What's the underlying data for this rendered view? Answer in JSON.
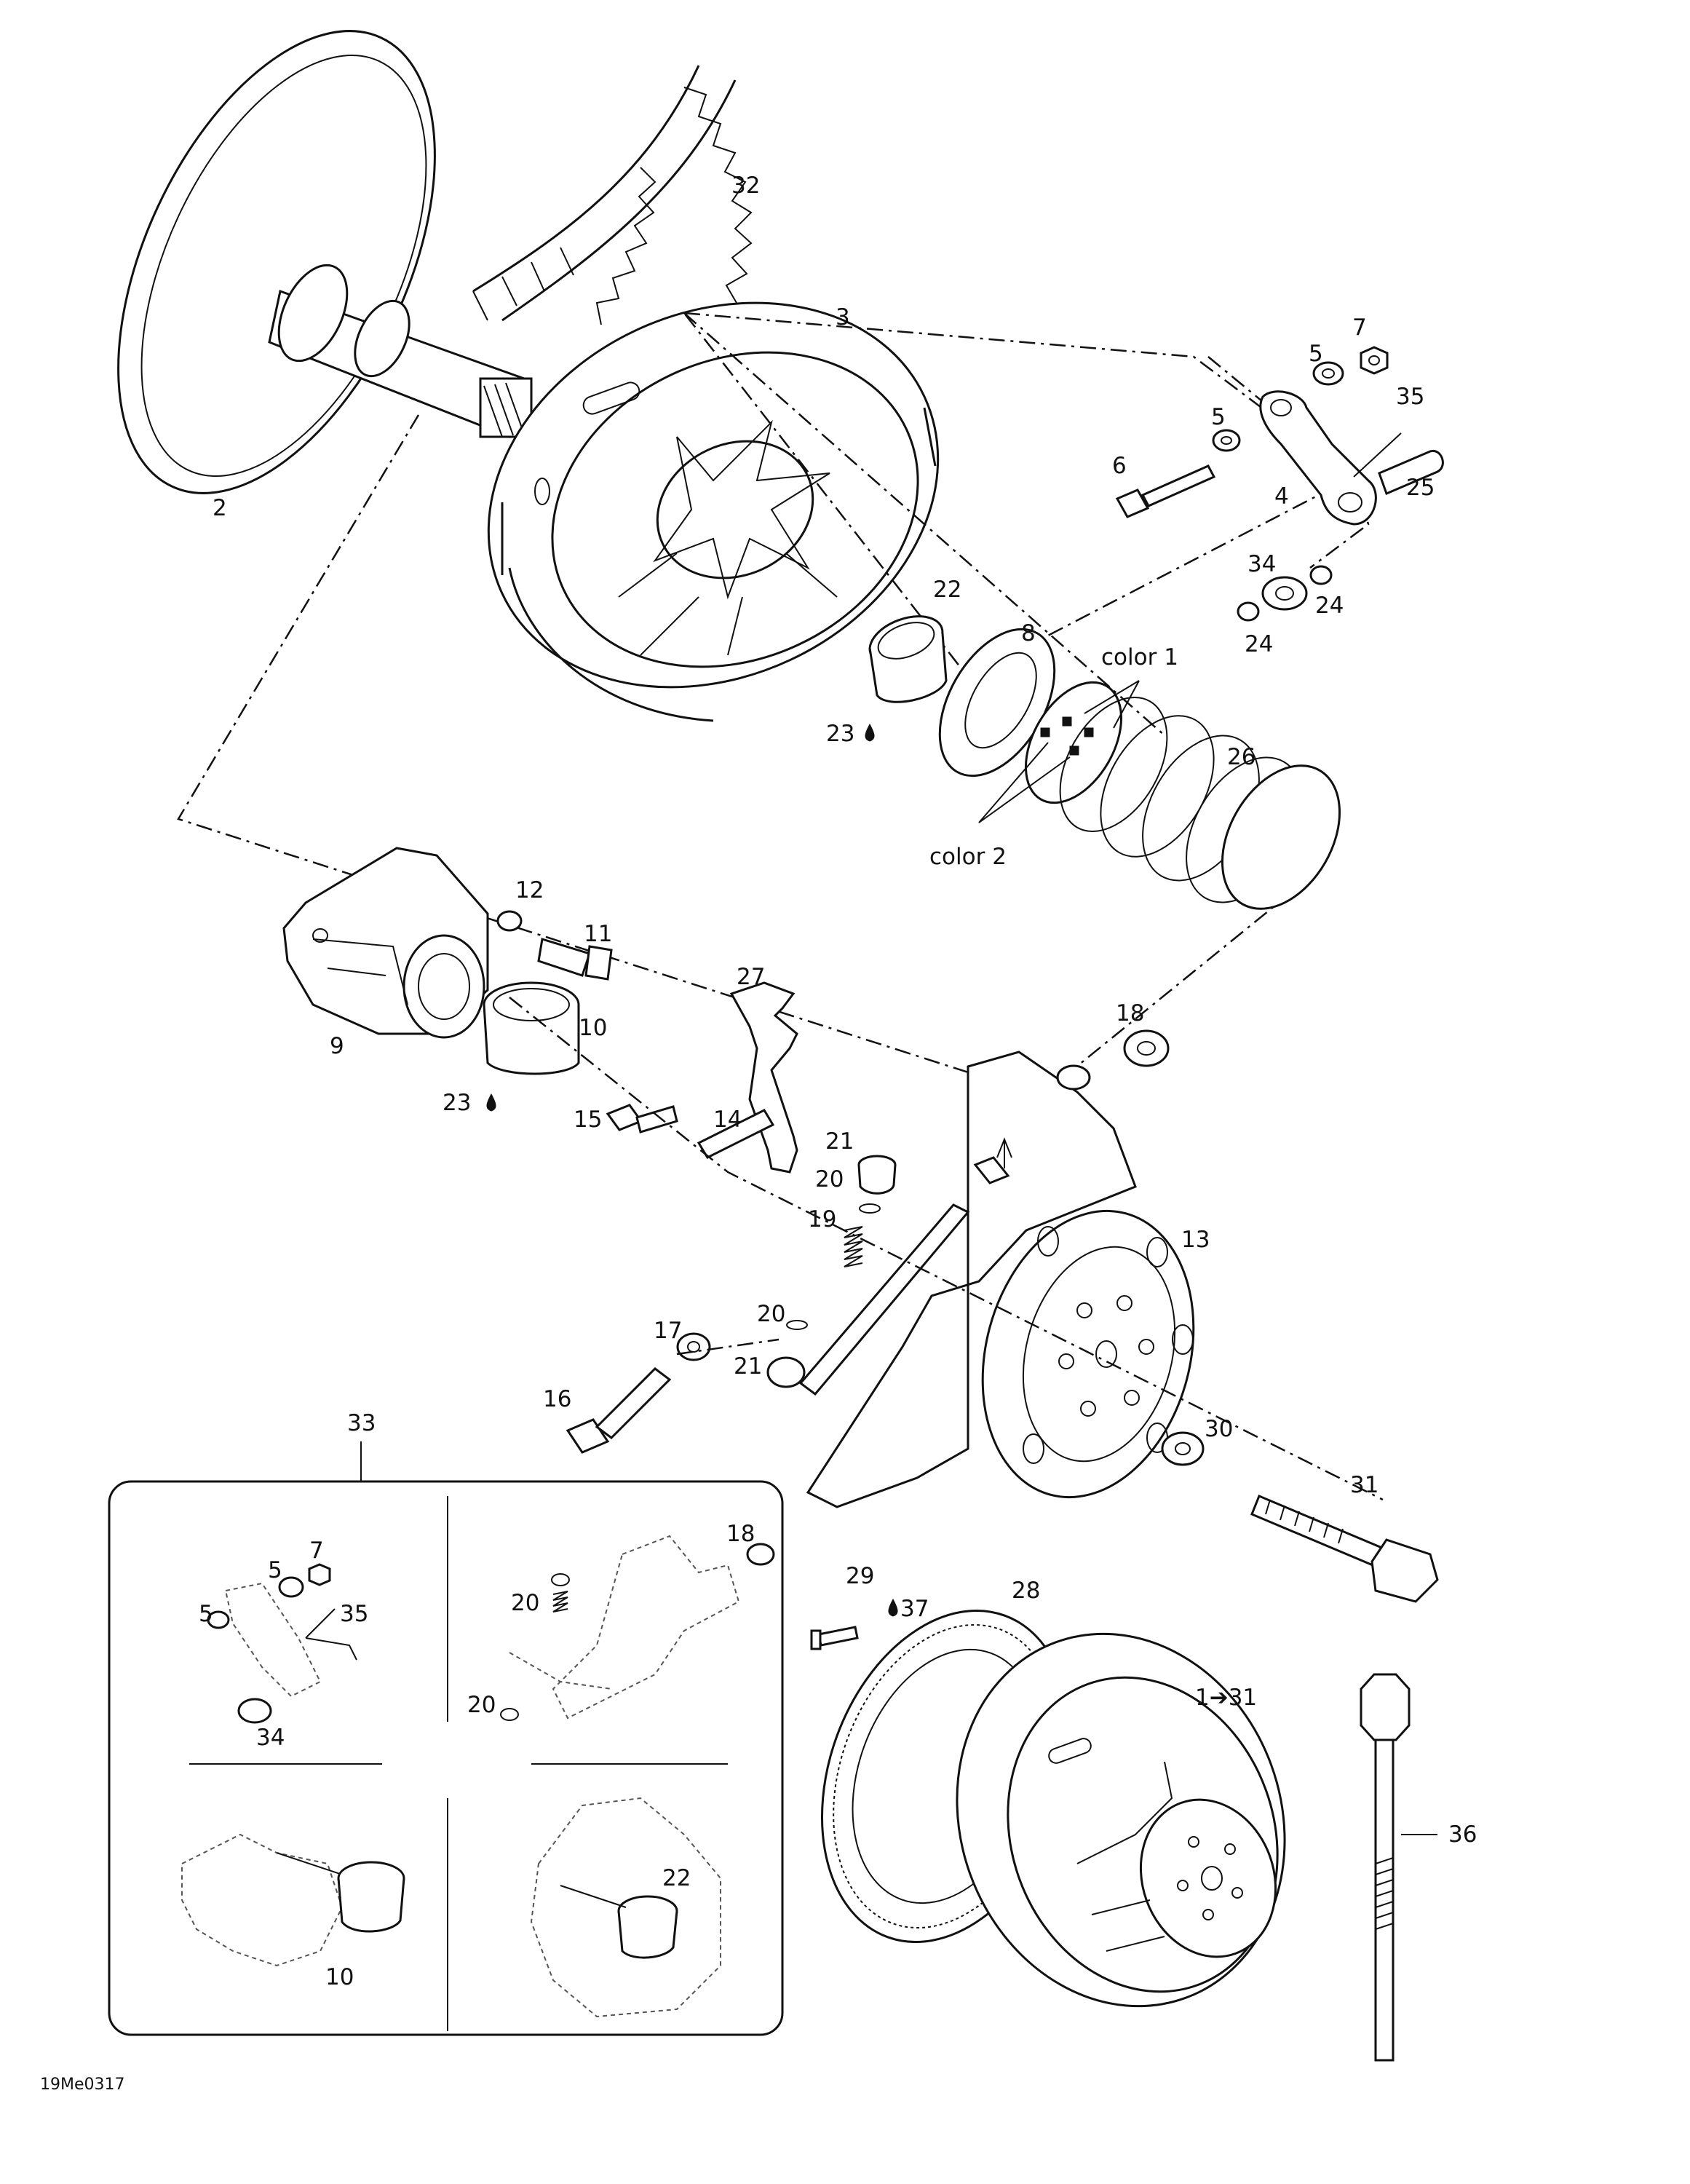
{
  "callouts": {
    "c1": "1➔31",
    "c2": "2",
    "c3": "3",
    "c4": "4",
    "c5": "5",
    "c6": "6",
    "c7": "7",
    "c8": "8",
    "c9": "9",
    "c10": "10",
    "c11": "11",
    "c12": "12",
    "c13": "13",
    "c14": "14",
    "c15": "15",
    "c16": "16",
    "c17": "17",
    "c18": "18",
    "c19": "19",
    "c20": "20",
    "c21": "21",
    "c22": "22",
    "c23": "23",
    "c24": "24",
    "c25": "25",
    "c26": "26",
    "c27": "27",
    "c28": "28",
    "c29": "29",
    "c30": "30",
    "c31": "31",
    "c32": "32",
    "c33": "33",
    "c34": "34",
    "c35": "35",
    "c36": "36",
    "c37": "37"
  },
  "labels": {
    "color1": "color 1",
    "color2": "color 2"
  },
  "reference": "19Me0317",
  "icons": [
    "grease-drop-icon",
    "grease-drop-icon",
    "grease-drop-icon",
    "arrow-indicator-icon"
  ]
}
